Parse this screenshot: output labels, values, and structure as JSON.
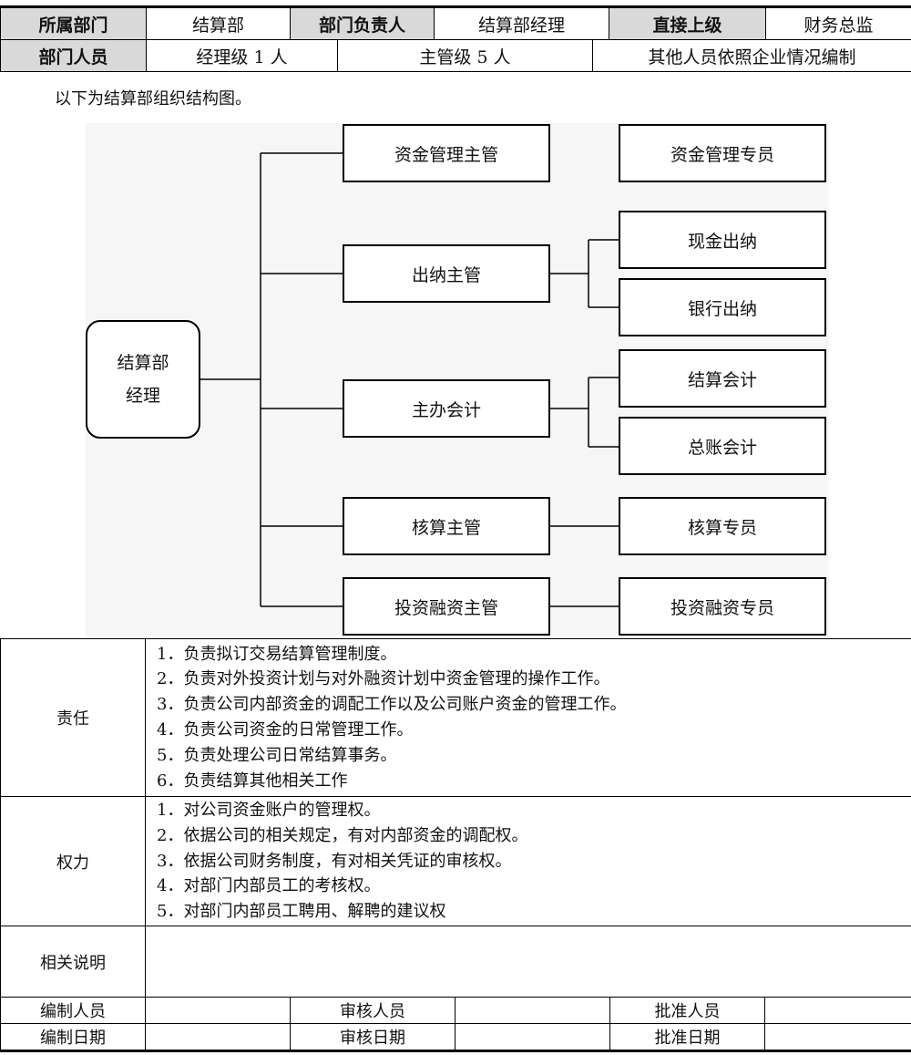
{
  "header": {
    "row1": {
      "dept_label": "所属部门",
      "dept_value": "结算部",
      "head_label": "部门负责人",
      "head_value": "结算部经理",
      "superior_label": "直接上级",
      "superior_value": "财务总监"
    },
    "row2": {
      "staff_label": "部门人员",
      "manager_level": "经理级 1 人",
      "supervisor_level": "主管级 5 人",
      "others": "其他人员依照企业情况编制"
    }
  },
  "caption": "以下为结算部组织结构图。",
  "org_chart": {
    "root": {
      "line1": "结算部",
      "line2": "经理"
    },
    "supervisors": [
      "资金管理主管",
      "出纳主管",
      "主办会计",
      "核算主管",
      "投资融资主管"
    ],
    "staff": [
      "资金管理专员",
      "现金出纳",
      "银行出纳",
      "结算会计",
      "总账会计",
      "核算专员",
      "投资融资专员"
    ]
  },
  "responsibilities": {
    "label": "责任",
    "items": [
      "1．负责拟订交易结算管理制度。",
      "2．负责对外投资计划与对外融资计划中资金管理的操作工作。",
      "3．负责公司内部资金的调配工作以及公司账户资金的管理工作。",
      "4．负责公司资金的日常管理工作。",
      "5．负责处理公司日常结算事务。",
      "6．负责结算其他相关工作"
    ]
  },
  "authority": {
    "label": "权力",
    "items": [
      "1．对公司资金账户的管理权。",
      "2．依据公司的相关规定，有对内部资金的调配权。",
      "3．依据公司财务制度，有对相关凭证的审核权。",
      "4．对部门内部员工的考核权。",
      "5．对部门内部员工聘用、解聘的建议权"
    ]
  },
  "notes": {
    "label": "相关说明",
    "value": ""
  },
  "footer": {
    "row1": {
      "editor_label": "编制人员",
      "reviewer_label": "审核人员",
      "approver_label": "批准人员"
    },
    "row2": {
      "edit_date_label": "编制日期",
      "review_date_label": "审核日期",
      "approve_date_label": "批准日期"
    }
  }
}
